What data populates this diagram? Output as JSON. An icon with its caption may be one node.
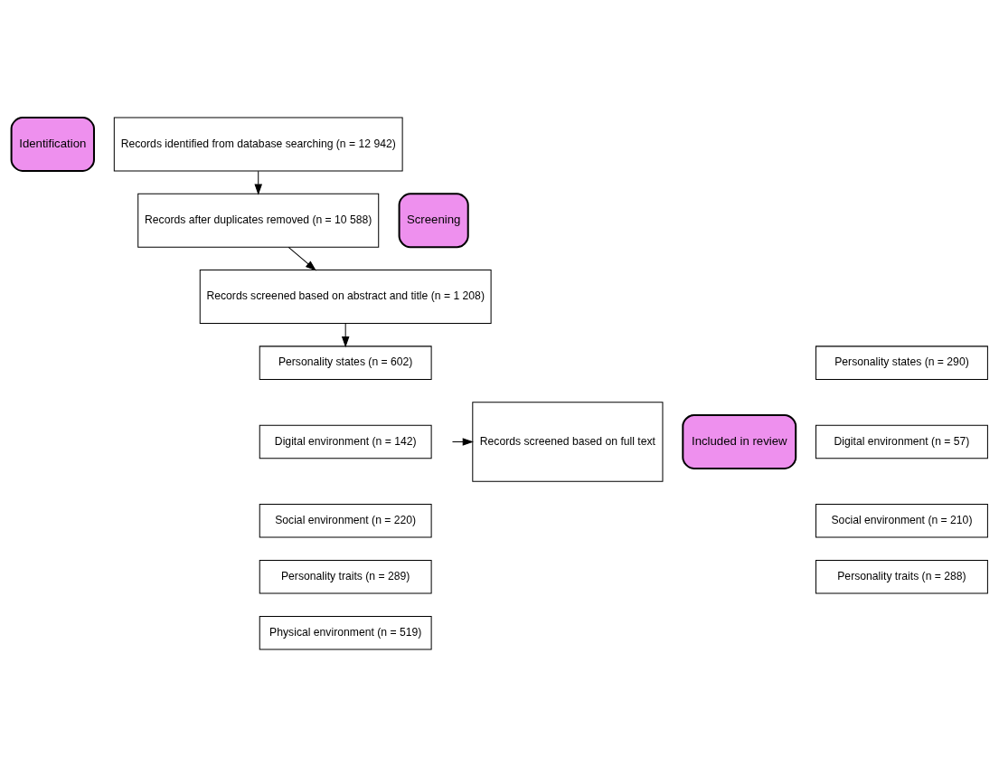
{
  "diagram": {
    "nodes": [
      {
        "text": [
          "Identification"
        ]
      },
      {
        "text": [
          "Records identified from database searching (n = 12 942)"
        ]
      },
      {
        "text": [
          "Screening"
        ]
      },
      {
        "text": [
          "Records after duplicates removed (n = 10 588)"
        ]
      },
      {
        "text": [
          "Records screened based on abstract and title (n = 1 208)"
        ]
      },
      {
        "text": [
          "Personality states (n = 602)"
        ]
      },
      {
        "text": [
          "Digital environment (n = 142)"
        ]
      },
      {
        "text": [
          "Social environment (n = 220)"
        ]
      },
      {
        "text": [
          "Personality traits (n = 289)"
        ]
      },
      {
        "text": [
          "Physical environment (n = 519)"
        ]
      },
      {
        "text": [
          "Records screened based on full text"
        ]
      },
      {
        "text": [
          "Included in review"
        ]
      },
      {
        "text": [
          "Personality states (n = 290)"
        ]
      },
      {
        "text": [
          "Digital environment (n = 57)"
        ]
      },
      {
        "text": [
          "Social environment (n = 210)"
        ]
      },
      {
        "text": [
          "Personality traits (n = 288)"
        ]
      }
    ],
    "edges": [
      {
        "from": 1,
        "to": 3,
        "arrow": "to"
      },
      {
        "from": 3,
        "to": 4,
        "arrow": "to"
      },
      {
        "from": 4,
        "to": 5,
        "arrow": "to"
      },
      {
        "from": null,
        "to": 10,
        "arrow": "to"
      }
    ]
  }
}
